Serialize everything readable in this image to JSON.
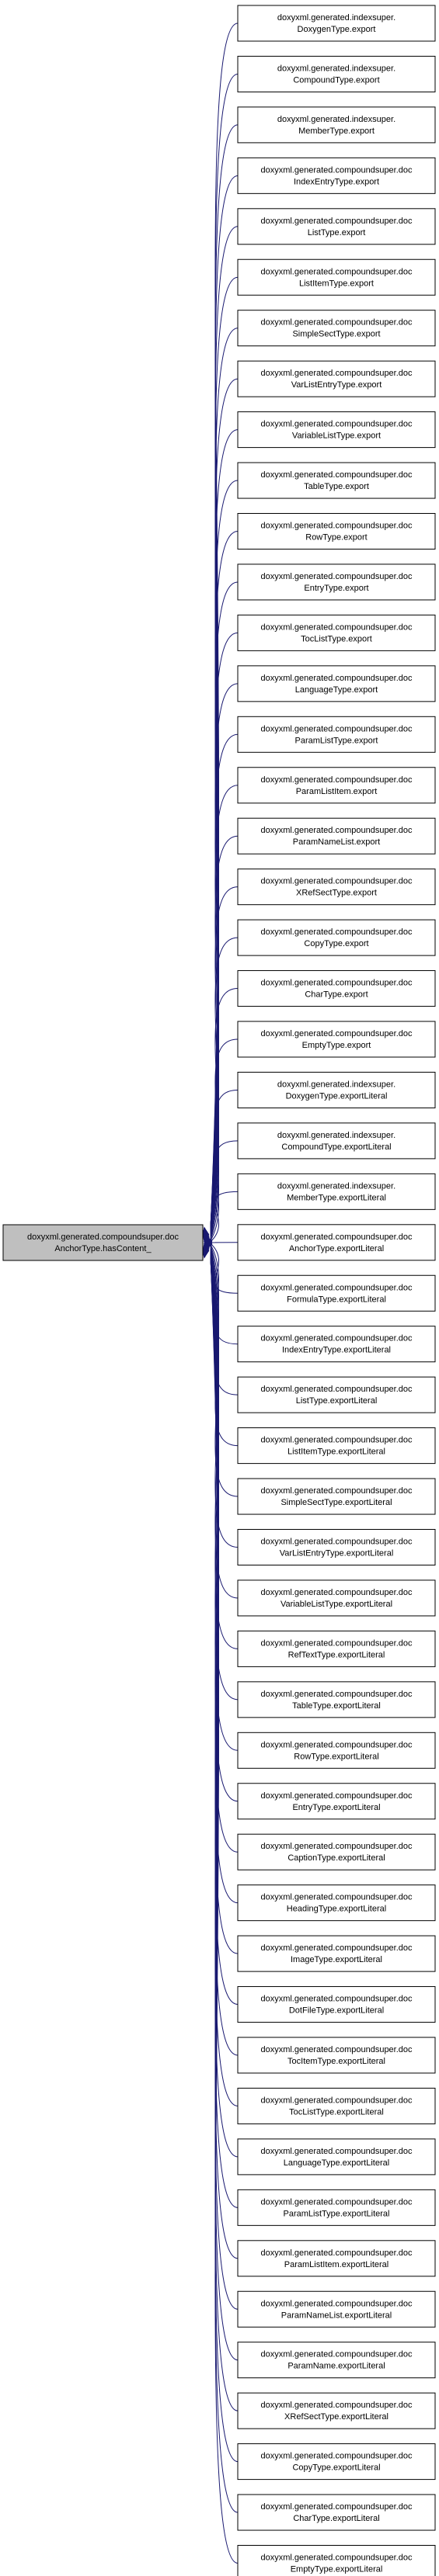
{
  "diagram": {
    "type": "doxygen-caller-graph",
    "root": {
      "line1": "doxyxml.generated.compoundsuper.doc",
      "line2": "AnchorType.hasContent_"
    },
    "callers": [
      {
        "line1": "doxyxml.generated.indexsuper.",
        "line2": "DoxygenType.export"
      },
      {
        "line1": "doxyxml.generated.indexsuper.",
        "line2": "CompoundType.export"
      },
      {
        "line1": "doxyxml.generated.indexsuper.",
        "line2": "MemberType.export"
      },
      {
        "line1": "doxyxml.generated.compoundsuper.doc",
        "line2": "IndexEntryType.export"
      },
      {
        "line1": "doxyxml.generated.compoundsuper.doc",
        "line2": "ListType.export"
      },
      {
        "line1": "doxyxml.generated.compoundsuper.doc",
        "line2": "ListItemType.export"
      },
      {
        "line1": "doxyxml.generated.compoundsuper.doc",
        "line2": "SimpleSectType.export"
      },
      {
        "line1": "doxyxml.generated.compoundsuper.doc",
        "line2": "VarListEntryType.export"
      },
      {
        "line1": "doxyxml.generated.compoundsuper.doc",
        "line2": "VariableListType.export"
      },
      {
        "line1": "doxyxml.generated.compoundsuper.doc",
        "line2": "TableType.export"
      },
      {
        "line1": "doxyxml.generated.compoundsuper.doc",
        "line2": "RowType.export"
      },
      {
        "line1": "doxyxml.generated.compoundsuper.doc",
        "line2": "EntryType.export"
      },
      {
        "line1": "doxyxml.generated.compoundsuper.doc",
        "line2": "TocListType.export"
      },
      {
        "line1": "doxyxml.generated.compoundsuper.doc",
        "line2": "LanguageType.export"
      },
      {
        "line1": "doxyxml.generated.compoundsuper.doc",
        "line2": "ParamListType.export"
      },
      {
        "line1": "doxyxml.generated.compoundsuper.doc",
        "line2": "ParamListItem.export"
      },
      {
        "line1": "doxyxml.generated.compoundsuper.doc",
        "line2": "ParamNameList.export"
      },
      {
        "line1": "doxyxml.generated.compoundsuper.doc",
        "line2": "XRefSectType.export"
      },
      {
        "line1": "doxyxml.generated.compoundsuper.doc",
        "line2": "CopyType.export"
      },
      {
        "line1": "doxyxml.generated.compoundsuper.doc",
        "line2": "CharType.export"
      },
      {
        "line1": "doxyxml.generated.compoundsuper.doc",
        "line2": "EmptyType.export"
      },
      {
        "line1": "doxyxml.generated.indexsuper.",
        "line2": "DoxygenType.exportLiteral"
      },
      {
        "line1": "doxyxml.generated.indexsuper.",
        "line2": "CompoundType.exportLiteral"
      },
      {
        "line1": "doxyxml.generated.indexsuper.",
        "line2": "MemberType.exportLiteral"
      },
      {
        "line1": "doxyxml.generated.compoundsuper.doc",
        "line2": "AnchorType.exportLiteral"
      },
      {
        "line1": "doxyxml.generated.compoundsuper.doc",
        "line2": "FormulaType.exportLiteral"
      },
      {
        "line1": "doxyxml.generated.compoundsuper.doc",
        "line2": "IndexEntryType.exportLiteral"
      },
      {
        "line1": "doxyxml.generated.compoundsuper.doc",
        "line2": "ListType.exportLiteral"
      },
      {
        "line1": "doxyxml.generated.compoundsuper.doc",
        "line2": "ListItemType.exportLiteral"
      },
      {
        "line1": "doxyxml.generated.compoundsuper.doc",
        "line2": "SimpleSectType.exportLiteral"
      },
      {
        "line1": "doxyxml.generated.compoundsuper.doc",
        "line2": "VarListEntryType.exportLiteral"
      },
      {
        "line1": "doxyxml.generated.compoundsuper.doc",
        "line2": "VariableListType.exportLiteral"
      },
      {
        "line1": "doxyxml.generated.compoundsuper.doc",
        "line2": "RefTextType.exportLiteral"
      },
      {
        "line1": "doxyxml.generated.compoundsuper.doc",
        "line2": "TableType.exportLiteral"
      },
      {
        "line1": "doxyxml.generated.compoundsuper.doc",
        "line2": "RowType.exportLiteral"
      },
      {
        "line1": "doxyxml.generated.compoundsuper.doc",
        "line2": "EntryType.exportLiteral"
      },
      {
        "line1": "doxyxml.generated.compoundsuper.doc",
        "line2": "CaptionType.exportLiteral"
      },
      {
        "line1": "doxyxml.generated.compoundsuper.doc",
        "line2": "HeadingType.exportLiteral"
      },
      {
        "line1": "doxyxml.generated.compoundsuper.doc",
        "line2": "ImageType.exportLiteral"
      },
      {
        "line1": "doxyxml.generated.compoundsuper.doc",
        "line2": "DotFileType.exportLiteral"
      },
      {
        "line1": "doxyxml.generated.compoundsuper.doc",
        "line2": "TocItemType.exportLiteral"
      },
      {
        "line1": "doxyxml.generated.compoundsuper.doc",
        "line2": "TocListType.exportLiteral"
      },
      {
        "line1": "doxyxml.generated.compoundsuper.doc",
        "line2": "LanguageType.exportLiteral"
      },
      {
        "line1": "doxyxml.generated.compoundsuper.doc",
        "line2": "ParamListType.exportLiteral"
      },
      {
        "line1": "doxyxml.generated.compoundsuper.doc",
        "line2": "ParamListItem.exportLiteral"
      },
      {
        "line1": "doxyxml.generated.compoundsuper.doc",
        "line2": "ParamNameList.exportLiteral"
      },
      {
        "line1": "doxyxml.generated.compoundsuper.doc",
        "line2": "ParamName.exportLiteral"
      },
      {
        "line1": "doxyxml.generated.compoundsuper.doc",
        "line2": "XRefSectType.exportLiteral"
      },
      {
        "line1": "doxyxml.generated.compoundsuper.doc",
        "line2": "CopyType.exportLiteral"
      },
      {
        "line1": "doxyxml.generated.compoundsuper.doc",
        "line2": "CharType.exportLiteral"
      },
      {
        "line1": "doxyxml.generated.compoundsuper.doc",
        "line2": "EmptyType.exportLiteral"
      }
    ],
    "colors": {
      "edge": "#191970",
      "node_border": "#000000",
      "node_fill": "#ffffff",
      "root_fill": "#bfbfbf",
      "text": "#000000"
    }
  }
}
